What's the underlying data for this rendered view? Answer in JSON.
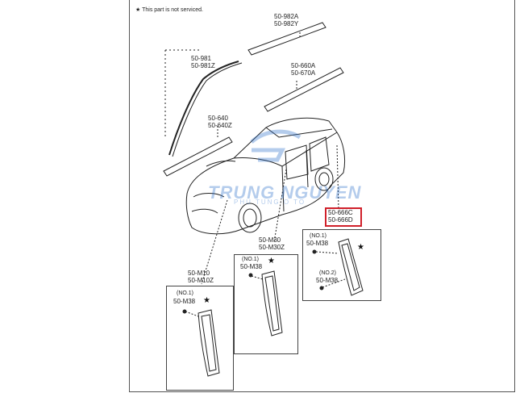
{
  "note": "★ This part is not serviced.",
  "watermark": {
    "brand": "TRUNG NGUYEN",
    "sub": "PHU TUNG O TO"
  },
  "labels": {
    "p982": [
      "50-982A",
      "50-982Y"
    ],
    "p981": [
      "50-981",
      "50-981Z"
    ],
    "p660": [
      "50-660A",
      "50-670A"
    ],
    "p640": [
      "50-640",
      "50-640Z"
    ],
    "p666": [
      "50-666C",
      "50-666D"
    ],
    "m30": [
      "50-M30",
      "50-M30Z"
    ],
    "m10": [
      "50-M10",
      "50-M10Z"
    ]
  },
  "box_m10": {
    "no": "(NO.1)",
    "code": "50-M38",
    "star": "★"
  },
  "box_m30": {
    "no": "(NO.1)",
    "code": "50-M38",
    "star": "★"
  },
  "box_666": {
    "no1": "(NO.1)",
    "code1": "50-M38",
    "no2": "(NO.2)",
    "code2": "50-M38",
    "star": "★"
  },
  "colors": {
    "highlight": "#d0202a",
    "line": "#222222",
    "watermark": "#2a6ec8"
  }
}
